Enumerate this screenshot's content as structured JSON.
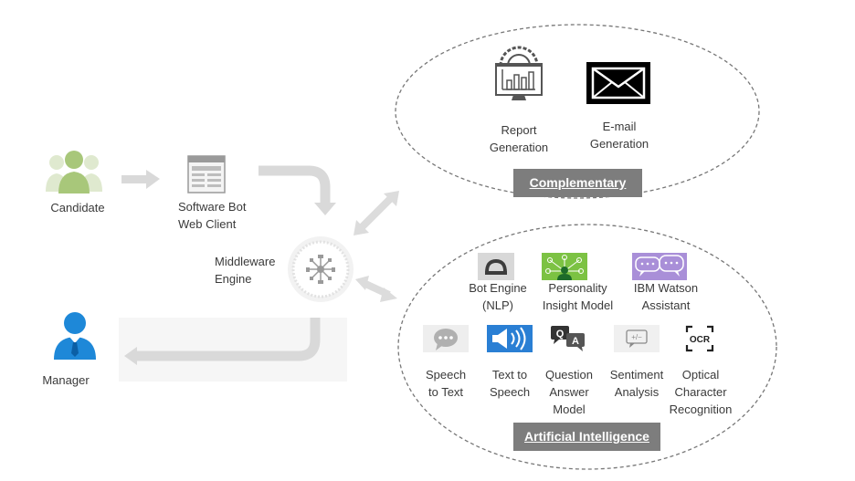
{
  "left_flow": {
    "candidate": {
      "label": "Candidate",
      "icon": "candidate-person-icon"
    },
    "software_bot": {
      "label": "Software Bot\nWeb Client",
      "icon": "web-client-window-icon"
    },
    "middleware": {
      "label": "Middleware\nEngine",
      "icon": "network-hub-icon"
    },
    "manager": {
      "label": "Manager",
      "icon": "manager-person-icon"
    }
  },
  "complementary": {
    "title": "Complementary",
    "items": [
      {
        "label": "Report\nGeneration",
        "icon": "report-monitor-gear-icon"
      },
      {
        "label": "E-mail\nGeneration",
        "icon": "envelope-icon"
      }
    ]
  },
  "ai": {
    "title": "Artificial Intelligence",
    "row1": [
      {
        "label": "Bot Engine\n(NLP)",
        "icon": "bot-engine-icon"
      },
      {
        "label": "Personality\nInsight Model",
        "icon": "personality-network-icon"
      },
      {
        "label": "IBM Watson\nAssistant",
        "icon": "chat-bubbles-icon"
      }
    ],
    "row2": [
      {
        "label": "Speech\nto Text",
        "icon": "speech-bubble-icon"
      },
      {
        "label": "Text to\nSpeech",
        "icon": "speaker-icon"
      },
      {
        "label": "Question\nAnswer\nModel",
        "icon": "question-answer-icon"
      },
      {
        "label": "Sentiment\nAnalysis",
        "icon": "sentiment-chat-icon"
      },
      {
        "label": "Optical\nCharacter\nRecognition",
        "icon": "ocr-icon"
      }
    ]
  },
  "colors": {
    "candidate_green": "#a8c77a",
    "manager_blue": "#1e88d8",
    "title_bar": "#7d7d7d",
    "arrow_gray": "#d9d9d9",
    "personality_green": "#7cc243",
    "watson_purple": "#a98fd8",
    "speaker_blue": "#2a7fd4"
  }
}
